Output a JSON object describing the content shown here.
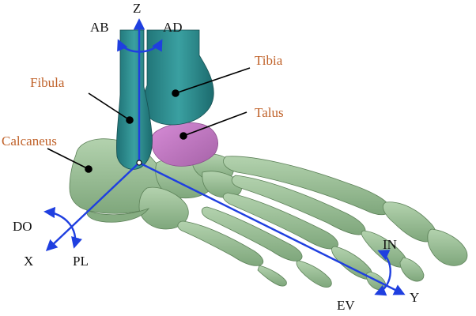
{
  "labels": {
    "tibia": "Tibia",
    "talus": "Talus",
    "fibula": "Fibula",
    "calcaneus": "Calcaneus"
  },
  "axes": {
    "z": "Z",
    "x": "X",
    "y": "Y"
  },
  "rotations": {
    "ab": "AB",
    "ad": "AD",
    "do": "DO",
    "pl": "PL",
    "in": "IN",
    "ev": "EV"
  },
  "colors": {
    "tibia_fibula": "#2c8a8c",
    "talus": "#c77fc8",
    "foot_bones": "#9fc49b",
    "axes": "#1f3fe0",
    "bone_labels": "#c0622a",
    "leader_lines": "#000000"
  }
}
